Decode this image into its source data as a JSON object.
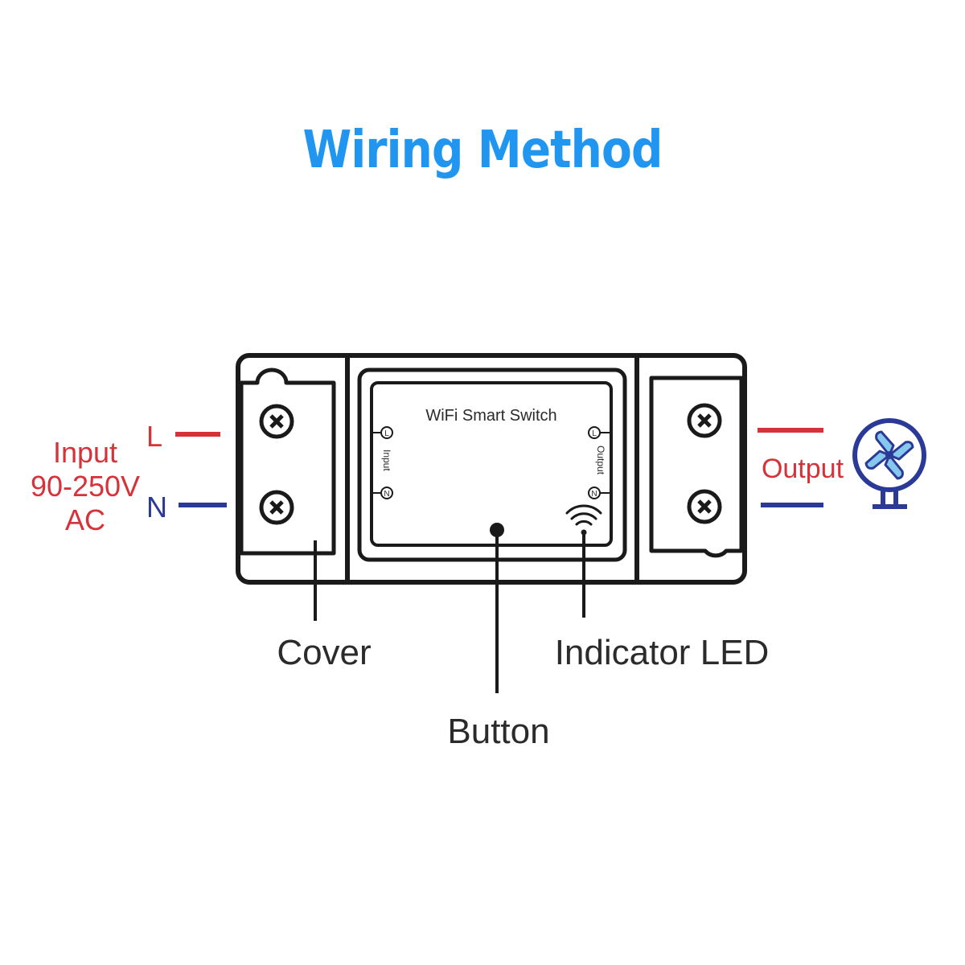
{
  "title": "Wiring Method",
  "device": {
    "name": "WiFi Smart Switch",
    "input_side_label": "Input",
    "output_side_label": "Output",
    "terminal_L": "L",
    "terminal_N": "N"
  },
  "input": {
    "line_label": "L",
    "neutral_label": "N",
    "voltage_lines": [
      "Input",
      "90-250V",
      "AC"
    ]
  },
  "output": {
    "label": "Output",
    "load_icon": "fan-icon"
  },
  "callouts": {
    "cover": "Cover",
    "button": "Button",
    "indicator": "Indicator LED"
  },
  "colors": {
    "title": "#2196f0",
    "line_wire": "#d6323a",
    "neutral_wire": "#2b3a96",
    "outline": "#1a1a1a"
  }
}
